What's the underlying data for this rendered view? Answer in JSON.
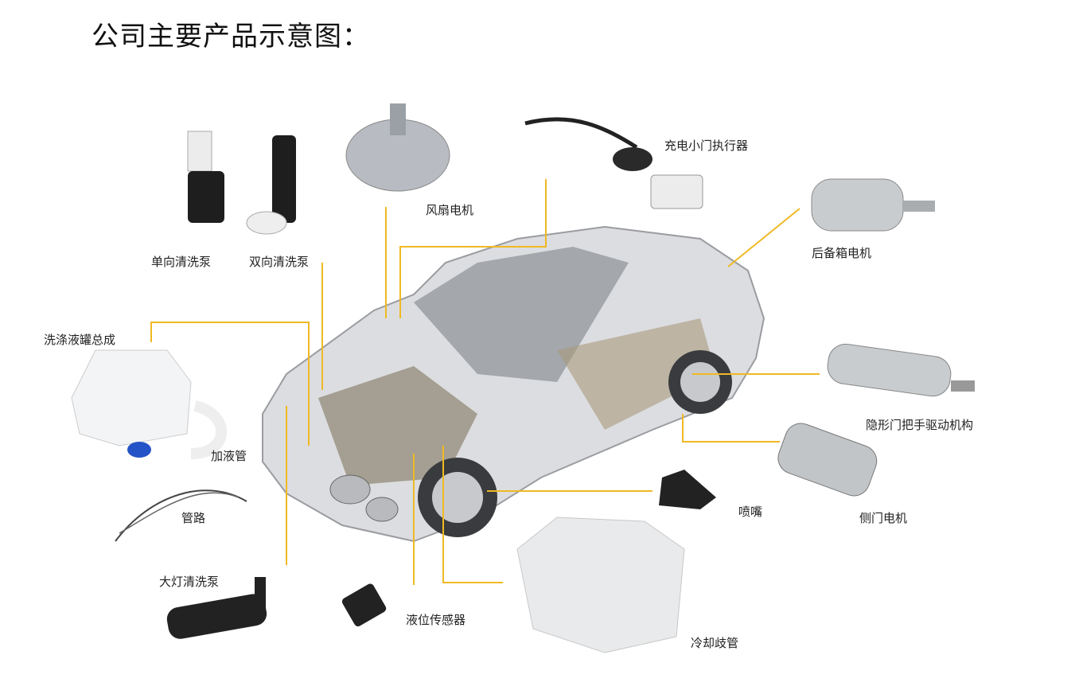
{
  "title": "公司主要产品示意图：",
  "colors": {
    "leader_line": "#f0b923",
    "car_body": "#d9dadc"
  },
  "products": {
    "single_pump": "单向清洗泵",
    "dual_pump": "双向清洗泵",
    "fan_motor": "风扇电机",
    "charge_door_actuator": "充电小门执行器",
    "trunk_motor": "后备箱电机",
    "washer_tank": "洗涤液罐总成",
    "filler_pipe": "加液管",
    "piping": "管路",
    "headlamp_pump": "大灯清洗泵",
    "level_sensor": "液位传感器",
    "cooling_manifold": "冷却歧管",
    "nozzle": "喷嘴",
    "side_door_motor": "侧门电机",
    "hidden_handle_drive": "隐形门把手驱动机构"
  }
}
